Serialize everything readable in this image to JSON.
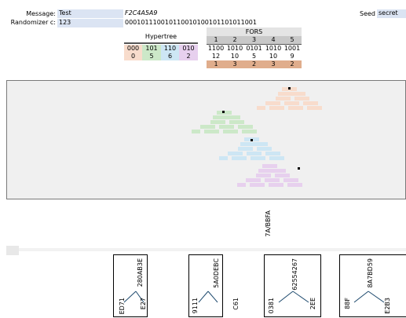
{
  "form": {
    "message_label": "Message:",
    "message_value": "Test",
    "randomizer_label": "Randomizer c:",
    "randomizer_value": "123",
    "hash_hex": "F2C4A5A9",
    "hash_bits": "000101110010110010100101101011001",
    "seed_label": "Seed",
    "seed_value": "secret"
  },
  "hypertree": {
    "title": "Hypertree",
    "bits": [
      "000",
      "101",
      "110",
      "010"
    ],
    "values": [
      "0",
      "5",
      "6",
      "2"
    ],
    "colors": [
      "#f8dccc",
      "#cce8c8",
      "#cde6f4",
      "#e7d0ee"
    ]
  },
  "fors": {
    "title": "FORS",
    "headers": [
      "1",
      "2",
      "3",
      "4",
      "5"
    ],
    "bits": [
      "1100",
      "1010",
      "0101",
      "1010",
      "1001"
    ],
    "values": [
      "12",
      "10",
      "5",
      "10",
      "9"
    ],
    "indices": [
      "1",
      "3",
      "2",
      "3",
      "2"
    ],
    "header_color": "#c8c8c8",
    "index_color": "#e0ad8c"
  },
  "signature_label": "7A/BBFA",
  "trees": [
    {
      "root": "280AB3E",
      "left": "ED71",
      "right": "E27"
    },
    {
      "root": "5A0DEBC",
      "left": "9111",
      "right": "C61"
    },
    {
      "root": "62554267",
      "left": "0381",
      "right": "2EE"
    },
    {
      "root": "8A7BD59",
      "left": "88F",
      "right": "E2B3"
    }
  ]
}
